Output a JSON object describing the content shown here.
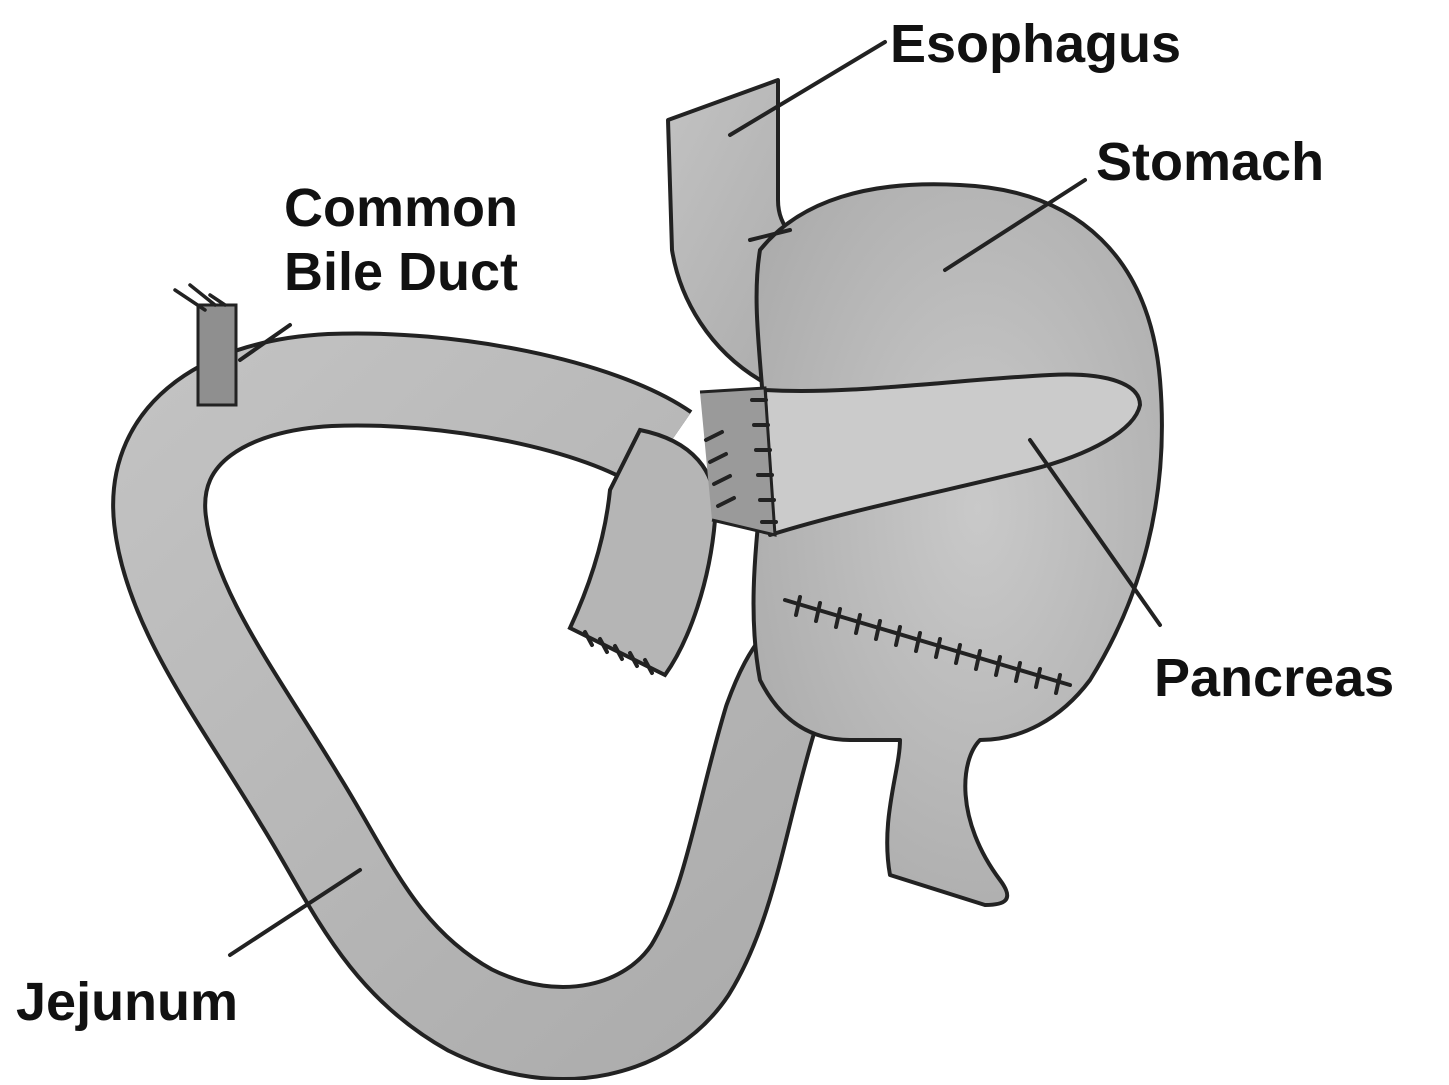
{
  "colors": {
    "tissue": "#b8b8b8",
    "tissue_dark": "#8a8a8a",
    "pancreas": "#c8c8c8",
    "ink": "#222222"
  },
  "labels": {
    "esophagus": "Esophagus",
    "stomach": "Stomach",
    "common_bile_duct_line1": "Common",
    "common_bile_duct_line2": "Bile Duct",
    "pancreas": "Pancreas",
    "jejunum": "Jejunum"
  }
}
